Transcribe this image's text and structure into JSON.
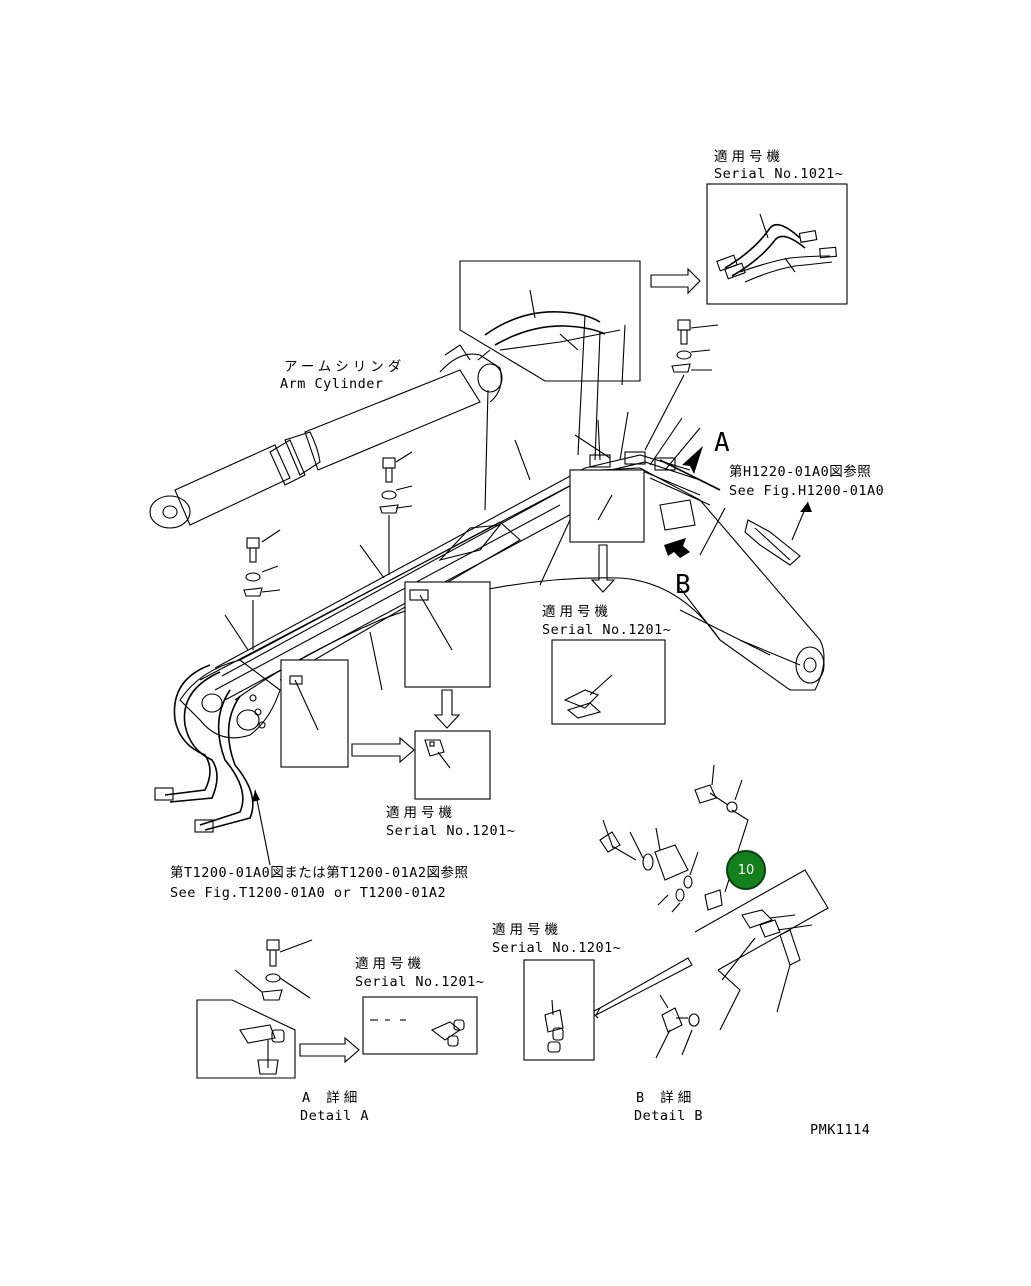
{
  "labels": {
    "serial_top_jp": "適用号機",
    "serial_top": "Serial No.1021~",
    "arm_cylinder_jp": "アームシリンダ",
    "arm_cylinder": "Arm Cylinder",
    "arrow_a": "A",
    "arrow_b": "B",
    "see_h_jp": "第H1220-01A0図参照",
    "see_h": "See Fig.H1200-01A0",
    "serial_mid_jp": "適用号機",
    "serial_mid": "Serial No.1201~",
    "serial_left_jp": "適用号機",
    "serial_left": "Serial No.1201~",
    "see_t_jp": "第T1200-01A0図または第T1200-01A2図参照",
    "see_t": "See Fig.T1200-01A0 or T1200-01A2",
    "serial_b_jp": "適用号機",
    "serial_b": "Serial No.1201~",
    "serial_a_jp": "適用号機",
    "serial_a": "Serial No.1201~",
    "detail_a_jp": "A 詳細",
    "detail_a": "Detail A",
    "detail_b_jp": "B 詳細",
    "detail_b": "Detail B",
    "figure_code": "PMK1114"
  },
  "callout": {
    "number": "10",
    "color": "#14801c"
  }
}
